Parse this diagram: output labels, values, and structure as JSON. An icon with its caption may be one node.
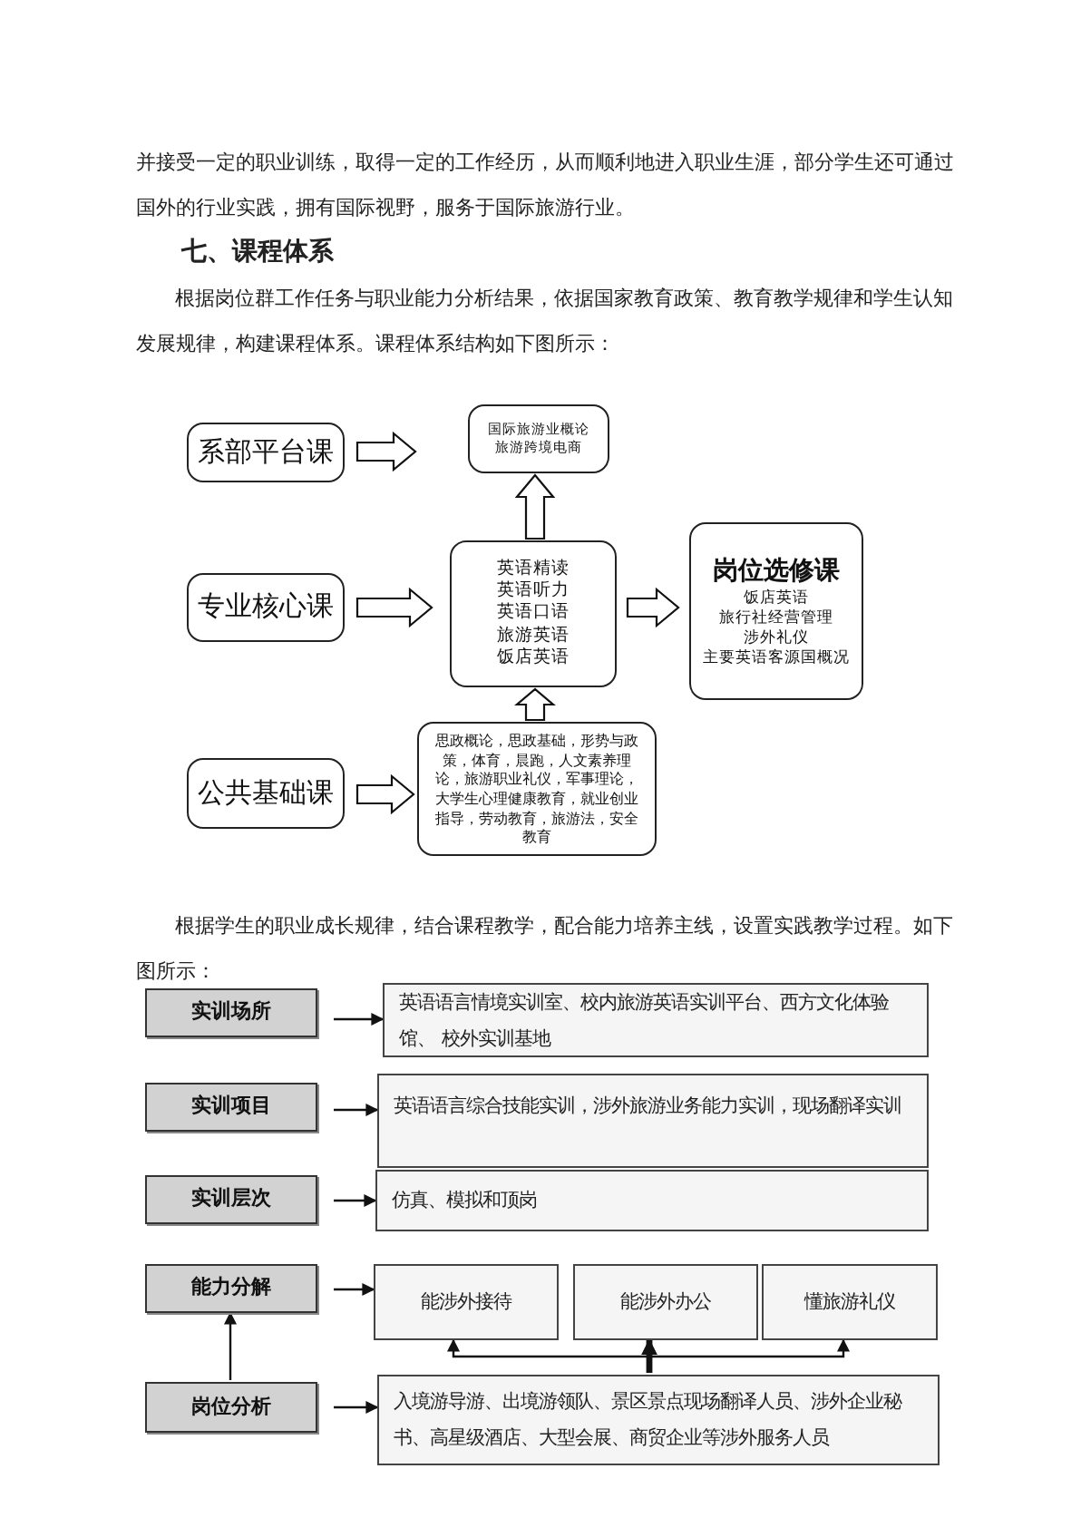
{
  "diagram": {
    "nodes": [
      {
        "text": [
          "系部平台课"
        ]
      },
      {
        "text": [
          "国际旅游业概论",
          "旅游跨境电商"
        ]
      },
      {
        "text": [
          "专业核心课"
        ]
      },
      {
        "text": [
          "英语精读",
          "英语听力",
          "英语口语",
          "旅游英语",
          "饭店英语"
        ]
      },
      {
        "text": [
          "岗位选修课",
          "饭店英语",
          "旅行社经营管理",
          "涉外礼仪",
          "主要英语客源国概况"
        ]
      },
      {
        "text": [
          "公共基础课"
        ]
      },
      {
        "text": [
          "思政概论，思政基础，形势与政策，体育，晨跑，人文素养理论，旅游职业礼仪，军事理论，大学生心理健康教育，就业创业指导，劳动教育，旅游法，安全教育"
        ]
      },
      {
        "text": [
          "实训场所"
        ]
      },
      {
        "text": [
          "英语语言情境实训室、校内旅游英语实训平台、西方文化体验馆、 校外实训基地"
        ]
      },
      {
        "text": [
          "实训项目"
        ]
      },
      {
        "text": [
          "英语语言综合技能实训，涉外旅游业务能力实训，现场翻译实训"
        ]
      },
      {
        "text": [
          "实训层次"
        ]
      },
      {
        "text": [
          "仿真、模拟和顶岗"
        ]
      },
      {
        "text": [
          "能力分解"
        ]
      },
      {
        "text": [
          "能涉外接待"
        ]
      },
      {
        "text": [
          "能涉外办公"
        ]
      },
      {
        "text": [
          "懂旅游礼仪"
        ]
      },
      {
        "text": [
          "岗位分析"
        ]
      },
      {
        "text": [
          "入境游导游、出境游领队、景区景点现场翻译人员、涉外企业秘书、高星级酒店、大型会展、商贸企业等涉外服务人员"
        ]
      }
    ],
    "edges": [
      {
        "from": 0,
        "to": 1,
        "arrow": "to"
      },
      {
        "from": 2,
        "to": 3,
        "arrow": "to"
      },
      {
        "from": 3,
        "to": 1,
        "arrow": "to"
      },
      {
        "from": 3,
        "to": 4,
        "arrow": "to"
      },
      {
        "from": 5,
        "to": 6,
        "arrow": "to"
      },
      {
        "from": 6,
        "to": 3,
        "arrow": "to"
      },
      {
        "from": 7,
        "to": 8,
        "arrow": "to"
      },
      {
        "from": 9,
        "to": 10,
        "arrow": "to"
      },
      {
        "from": 11,
        "to": 12,
        "arrow": "to"
      },
      {
        "from": 13,
        "to": 14,
        "arrow": "to"
      },
      {
        "from": 17,
        "to": 13,
        "arrow": "to"
      },
      {
        "from": 17,
        "to": 18,
        "arrow": "to"
      },
      {
        "from": 18,
        "to": 14,
        "arrow": "to"
      },
      {
        "from": 18,
        "to": 15,
        "arrow": "to",
        "style": "thick"
      },
      {
        "from": 18,
        "to": 16,
        "arrow": "to"
      }
    ],
    "labels": [
      "并接受一定的职业训练，取得一定的工作经历，从而顺利地进入职业生涯，部分学生还可通过国外的行业实践，拥有国际视野，服务于国际旅游行业。",
      "七、课程体系",
      "根据岗位群工作任务与职业能力分析结果，依据国家教育政策、教育教学规律和学生认知发展规律，构建课程体系。课程体系结构如下图所示：",
      "根据学生的职业成长规律，结合课程教学，配合能力培养主线，设置实践教学过程。如下图所示："
    ]
  }
}
